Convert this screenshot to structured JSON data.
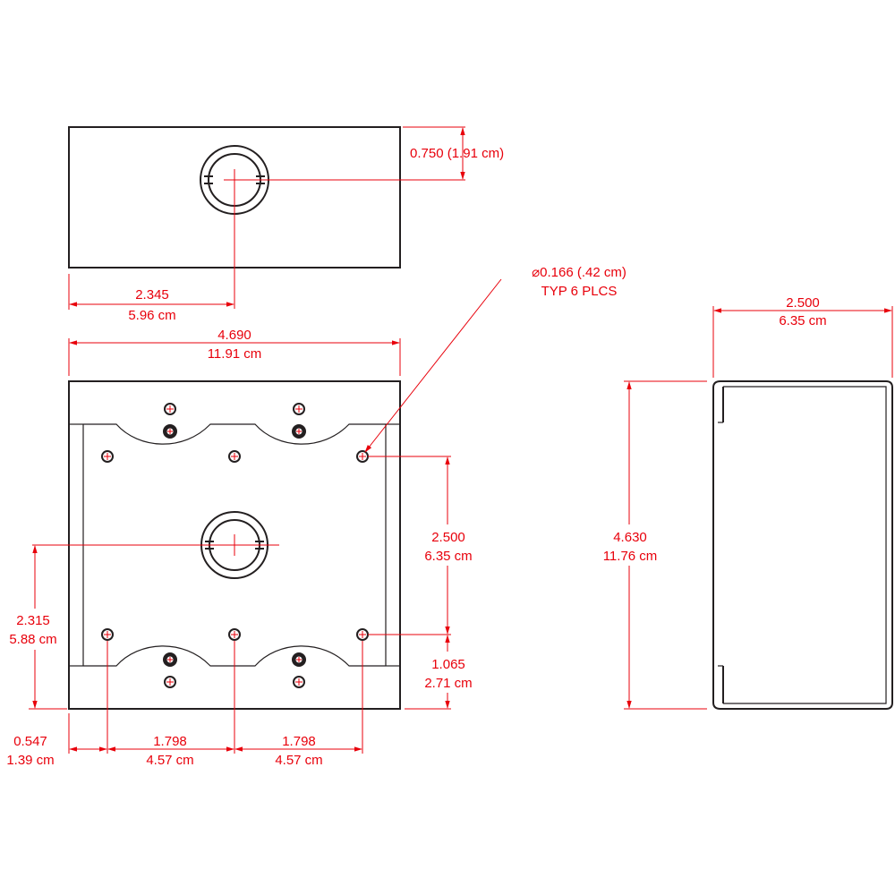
{
  "colors": {
    "outline": "#231f20",
    "dimension": "#e8000b",
    "background": "#ffffff"
  },
  "dimensions": {
    "knockout_height": {
      "inch": "0.750",
      "cm": "(1.91 cm)"
    },
    "knockout_offset": {
      "inch": "2.345",
      "cm": "5.96 cm"
    },
    "overall_width": {
      "inch": "4.690",
      "cm": "11.91 cm"
    },
    "hole_spec": {
      "line1": "⌀0.166 (.42 cm)",
      "line2": "TYP 6 PLCS"
    },
    "depth": {
      "inch": "2.500",
      "cm": "6.35 cm"
    },
    "hole_vertical_spacing": {
      "inch": "2.500",
      "cm": "6.35 cm"
    },
    "center_knockout_height": {
      "inch": "2.315",
      "cm": "5.88 cm"
    },
    "bottom_hole_height": {
      "inch": "1.065",
      "cm": "2.71 cm"
    },
    "overall_height": {
      "inch": "4.630",
      "cm": "11.76 cm"
    },
    "left_hole_offset": {
      "inch": "0.547",
      "cm": "1.39 cm"
    },
    "hole_spacing_1": {
      "inch": "1.798",
      "cm": "4.57 cm"
    },
    "hole_spacing_2": {
      "inch": "1.798",
      "cm": "4.57 cm"
    }
  }
}
